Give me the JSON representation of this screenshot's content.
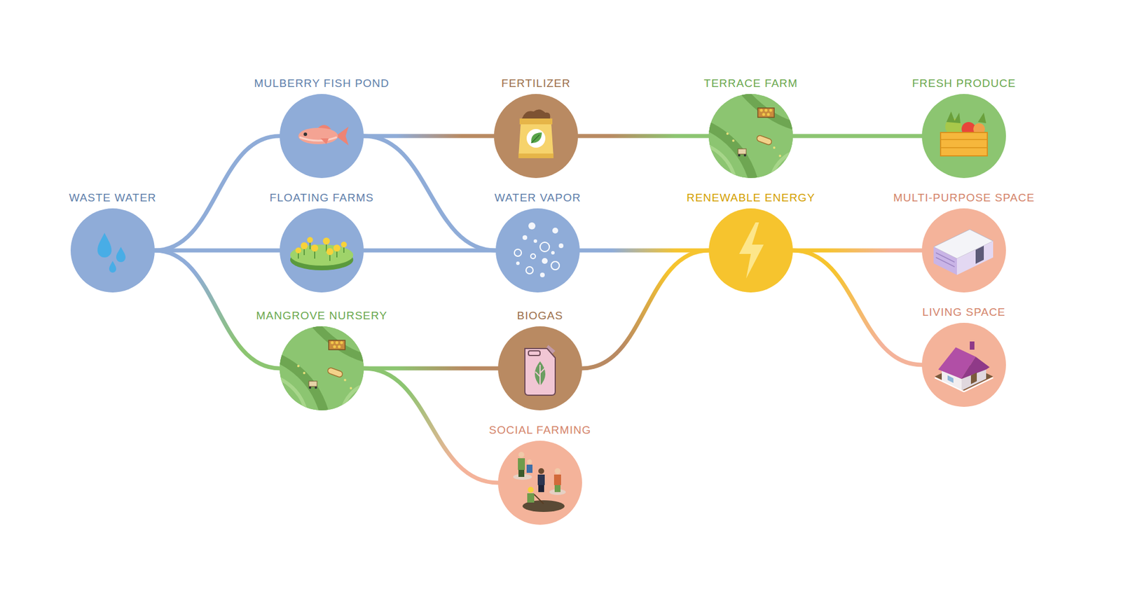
{
  "diagram": {
    "nodes": [
      {
        "text": [
          "WASTE WATER"
        ]
      },
      {
        "text": [
          "MULBERRY FISH POND"
        ]
      },
      {
        "text": [
          "FLOATING FARMS"
        ]
      },
      {
        "text": [
          "MANGROVE NURSERY"
        ]
      },
      {
        "text": [
          "FERTILIZER"
        ]
      },
      {
        "text": [
          "WATER VAPOR"
        ]
      },
      {
        "text": [
          "BIOGAS"
        ]
      },
      {
        "text": [
          "SOCIAL FARMING"
        ]
      },
      {
        "text": [
          "TERRACE FARM"
        ]
      },
      {
        "text": [
          "RENEWABLE ENERGY"
        ]
      },
      {
        "text": [
          "FRESH PRODUCE"
        ]
      },
      {
        "text": [
          "MULTI-PURPOSE SPACE"
        ]
      },
      {
        "text": [
          "LIVING SPACE"
        ]
      }
    ],
    "edges": [
      {
        "from": 0,
        "to": 1,
        "arrow": "none"
      },
      {
        "from": 0,
        "to": 2,
        "arrow": "none"
      },
      {
        "from": 0,
        "to": 3,
        "arrow": "none"
      },
      {
        "from": 1,
        "to": 4,
        "arrow": "none"
      },
      {
        "from": 1,
        "to": 5,
        "arrow": "none"
      },
      {
        "from": 2,
        "to": 5,
        "arrow": "none"
      },
      {
        "from": 3,
        "to": 6,
        "arrow": "none"
      },
      {
        "from": 3,
        "to": 7,
        "arrow": "none"
      },
      {
        "from": 4,
        "to": 8,
        "arrow": "none"
      },
      {
        "from": 8,
        "to": 10,
        "arrow": "none"
      },
      {
        "from": 5,
        "to": 9,
        "arrow": "none"
      },
      {
        "from": 6,
        "to": 9,
        "arrow": "none"
      },
      {
        "from": 9,
        "to": 11,
        "arrow": "none"
      },
      {
        "from": 9,
        "to": 12,
        "arrow": "none"
      }
    ]
  }
}
